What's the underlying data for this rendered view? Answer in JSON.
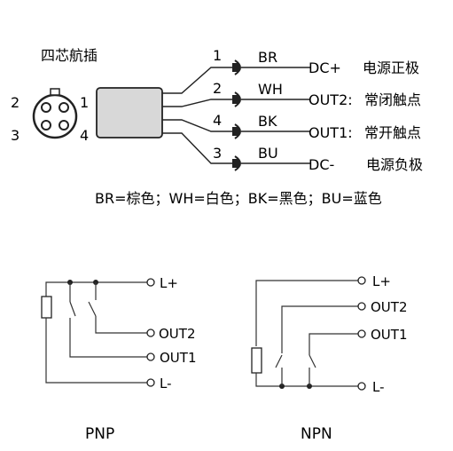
{
  "connector": {
    "title": "四芯航插",
    "pins": [
      "2",
      "1",
      "3",
      "4"
    ]
  },
  "wires": [
    {
      "pin": "1",
      "color": "BR",
      "signal": "DC+",
      "desc": "电源正极"
    },
    {
      "pin": "2",
      "color": "WH",
      "signal": "OUT2:",
      "desc": "常闭触点"
    },
    {
      "pin": "4",
      "color": "BK",
      "signal": "OUT1:",
      "desc": "常开触点"
    },
    {
      "pin": "3",
      "color": "BU",
      "signal": "DC-",
      "desc": "电源负极"
    }
  ],
  "legend": "BR=棕色；WH=白色；BK=黑色；BU=蓝色",
  "pnp": {
    "labels": [
      "L+",
      "OUT2",
      "OUT1",
      "L-"
    ],
    "caption": "PNP"
  },
  "npn": {
    "labels": [
      "L+",
      "OUT2",
      "OUT1",
      "L-"
    ],
    "caption": "NPN"
  }
}
